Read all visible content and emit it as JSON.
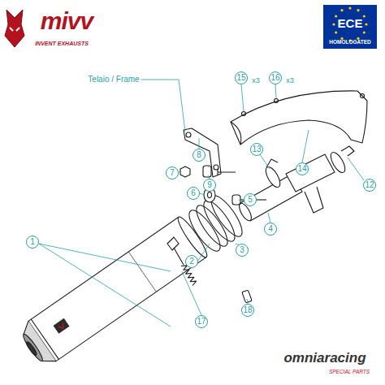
{
  "diagram": {
    "labels": [
      "mivv",
      "INVENT EXHAUSTS",
      "ECE",
      "HOMOLOGATED",
      "Telaio / Frame",
      "1",
      "2",
      "3",
      "4",
      "5",
      "6",
      "7",
      "8",
      "9",
      "12",
      "13",
      "14",
      "15",
      "16",
      "17",
      "18",
      "x3",
      "x3",
      "omniaracing",
      "SPECIAL PARTS"
    ]
  }
}
